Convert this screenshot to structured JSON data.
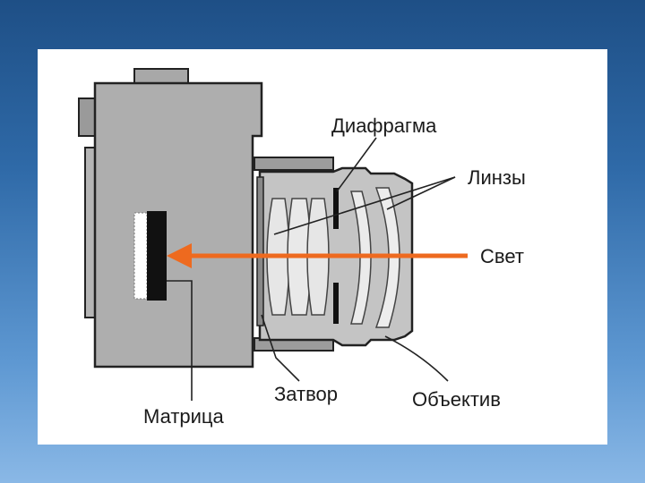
{
  "labels": {
    "diaphragm": "Диафрагма",
    "lenses": "Линзы",
    "light": "Свет",
    "shutter": "Затвор",
    "objective": "Объектив",
    "sensor": "Матрица"
  },
  "colors": {
    "background_top": "#1e4f86",
    "background_bottom": "#8ab8e6",
    "panel": "#ffffff",
    "body": "#aeaeae",
    "body_stroke": "#222222",
    "lens_barrel": "#c4c4c4",
    "lens_glass": "#e6e6e6",
    "sensor": "#111111",
    "light_arrow": "#ee6a1f"
  }
}
